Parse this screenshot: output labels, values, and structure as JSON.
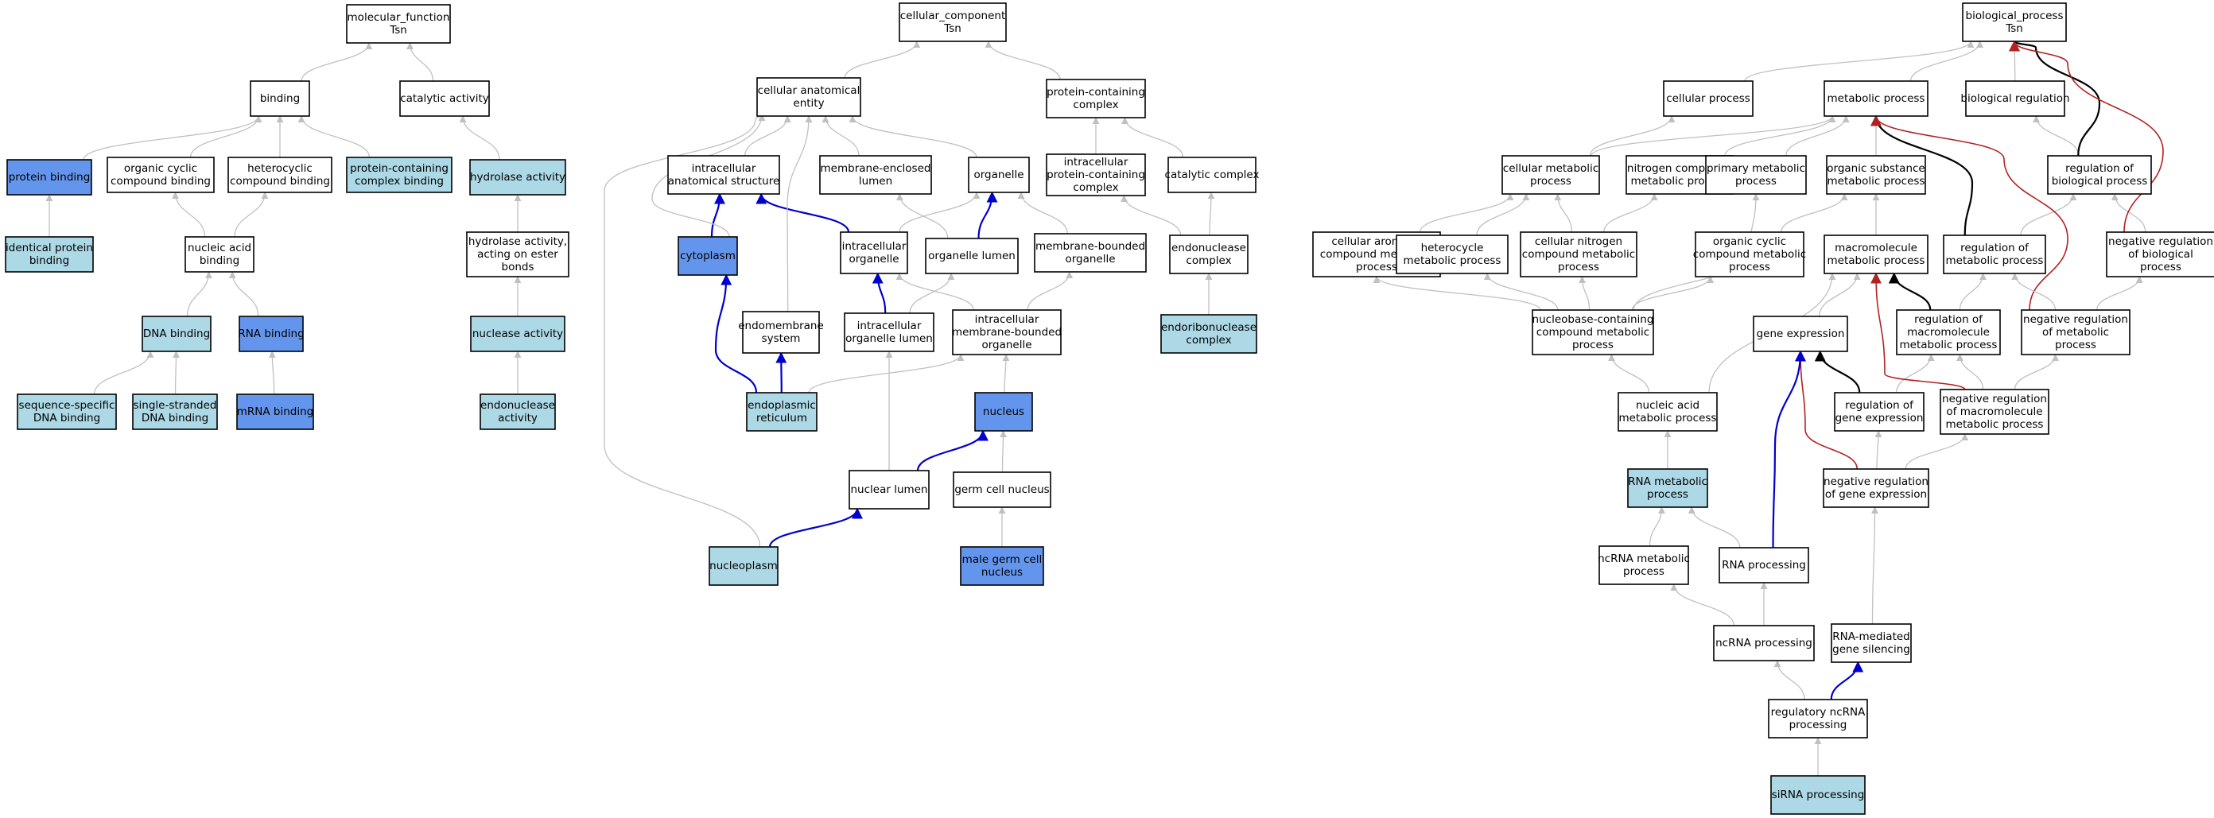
{
  "colors": {
    "default_fill": "#ffffff",
    "light_fill": "#add8e6",
    "dark_fill": "#6495ed",
    "edge_gray": "#c0c0c0",
    "edge_blue": "#0000cd",
    "edge_black": "#000000",
    "edge_red": "#b22222"
  },
  "nodes": [
    {
      "id": "mf",
      "lines": [
        "molecular_function",
        "Tsn"
      ],
      "fill": "default"
    },
    {
      "id": "binding",
      "lines": [
        "binding"
      ],
      "fill": "default"
    },
    {
      "id": "catalytic",
      "lines": [
        "catalytic activity"
      ],
      "fill": "default"
    },
    {
      "id": "protein_binding",
      "lines": [
        "protein binding"
      ],
      "fill": "dark"
    },
    {
      "id": "org_cyclic_cb",
      "lines": [
        "organic cyclic",
        "compound binding"
      ],
      "fill": "default"
    },
    {
      "id": "hetero_cb",
      "lines": [
        "heterocyclic",
        "compound binding"
      ],
      "fill": "default"
    },
    {
      "id": "pcc_binding",
      "lines": [
        "protein-containing",
        "complex binding"
      ],
      "fill": "light"
    },
    {
      "id": "hydrolase",
      "lines": [
        "hydrolase activity"
      ],
      "fill": "light"
    },
    {
      "id": "identical_pb",
      "lines": [
        "identical protein",
        "binding"
      ],
      "fill": "light"
    },
    {
      "id": "nucleic_binding",
      "lines": [
        "nucleic acid",
        "binding"
      ],
      "fill": "default"
    },
    {
      "id": "hydrolase_ester",
      "lines": [
        "hydrolase activity,",
        "acting on ester",
        "bonds"
      ],
      "fill": "default"
    },
    {
      "id": "dna_binding",
      "lines": [
        "DNA binding"
      ],
      "fill": "light"
    },
    {
      "id": "rna_binding",
      "lines": [
        "RNA binding"
      ],
      "fill": "dark"
    },
    {
      "id": "nuclease",
      "lines": [
        "nuclease activity"
      ],
      "fill": "light"
    },
    {
      "id": "ss_dna",
      "lines": [
        "sequence-specific",
        "DNA binding"
      ],
      "fill": "light"
    },
    {
      "id": "single_dna",
      "lines": [
        "single-stranded",
        "DNA binding"
      ],
      "fill": "light"
    },
    {
      "id": "mrna_binding",
      "lines": [
        "mRNA binding"
      ],
      "fill": "dark"
    },
    {
      "id": "endonuclease_act",
      "lines": [
        "endonuclease",
        "activity"
      ],
      "fill": "light"
    },
    {
      "id": "cc",
      "lines": [
        "cellular_component",
        "Tsn"
      ],
      "fill": "default"
    },
    {
      "id": "cae",
      "lines": [
        "cellular anatomical",
        "entity"
      ],
      "fill": "default"
    },
    {
      "id": "pcc",
      "lines": [
        "protein-containing",
        "complex"
      ],
      "fill": "default"
    },
    {
      "id": "ias",
      "lines": [
        "intracellular",
        "anatomical structure"
      ],
      "fill": "default"
    },
    {
      "id": "mel",
      "lines": [
        "membrane-enclosed",
        "lumen"
      ],
      "fill": "default"
    },
    {
      "id": "organelle",
      "lines": [
        "organelle"
      ],
      "fill": "default"
    },
    {
      "id": "ipcc",
      "lines": [
        "intracellular",
        "protein-containing",
        "complex"
      ],
      "fill": "default"
    },
    {
      "id": "catalytic_complex",
      "lines": [
        "catalytic complex"
      ],
      "fill": "default"
    },
    {
      "id": "cytoplasm",
      "lines": [
        "cytoplasm"
      ],
      "fill": "dark"
    },
    {
      "id": "intra_org",
      "lines": [
        "intracellular",
        "organelle"
      ],
      "fill": "default"
    },
    {
      "id": "org_lumen",
      "lines": [
        "organelle lumen"
      ],
      "fill": "default"
    },
    {
      "id": "mbo",
      "lines": [
        "membrane-bounded",
        "organelle"
      ],
      "fill": "default"
    },
    {
      "id": "endo_complex",
      "lines": [
        "endonuclease",
        "complex"
      ],
      "fill": "default"
    },
    {
      "id": "endomembrane",
      "lines": [
        "endomembrane",
        "system"
      ],
      "fill": "default"
    },
    {
      "id": "iol",
      "lines": [
        "intracellular",
        "organelle lumen"
      ],
      "fill": "default"
    },
    {
      "id": "imbo",
      "lines": [
        "intracellular",
        "membrane-bounded",
        "organelle"
      ],
      "fill": "default"
    },
    {
      "id": "endoribo_complex",
      "lines": [
        "endoribonuclease",
        "complex"
      ],
      "fill": "light"
    },
    {
      "id": "er",
      "lines": [
        "endoplasmic",
        "reticulum"
      ],
      "fill": "light"
    },
    {
      "id": "nucleus",
      "lines": [
        "nucleus"
      ],
      "fill": "dark"
    },
    {
      "id": "nuclear_lumen",
      "lines": [
        "nuclear lumen"
      ],
      "fill": "default"
    },
    {
      "id": "germ_nucleus",
      "lines": [
        "germ cell nucleus"
      ],
      "fill": "default"
    },
    {
      "id": "nucleoplasm",
      "lines": [
        "nucleoplasm"
      ],
      "fill": "light"
    },
    {
      "id": "male_germ",
      "lines": [
        "male germ cell",
        "nucleus"
      ],
      "fill": "dark"
    },
    {
      "id": "bp",
      "lines": [
        "biological_process",
        "Tsn"
      ],
      "fill": "default"
    },
    {
      "id": "cellular_process",
      "lines": [
        "cellular process"
      ],
      "fill": "default"
    },
    {
      "id": "metabolic",
      "lines": [
        "metabolic process"
      ],
      "fill": "default"
    },
    {
      "id": "bio_reg",
      "lines": [
        "biological regulation"
      ],
      "fill": "default"
    },
    {
      "id": "cmp",
      "lines": [
        "cellular metabolic",
        "process"
      ],
      "fill": "default"
    },
    {
      "id": "ncmp",
      "lines": [
        "nitrogen compound",
        "metabolic process"
      ],
      "fill": "default"
    },
    {
      "id": "pmp",
      "lines": [
        "primary metabolic",
        "process"
      ],
      "fill": "default"
    },
    {
      "id": "osmp",
      "lines": [
        "organic substance",
        "metabolic process"
      ],
      "fill": "default"
    },
    {
      "id": "reg_bp",
      "lines": [
        "regulation of",
        "biological process"
      ],
      "fill": "default"
    },
    {
      "id": "cacmp",
      "lines": [
        "cellular aromatic",
        "compound metabolic",
        "process"
      ],
      "fill": "default"
    },
    {
      "id": "hmp",
      "lines": [
        "heterocycle",
        "metabolic process"
      ],
      "fill": "default"
    },
    {
      "id": "cncmp",
      "lines": [
        "cellular nitrogen",
        "compound metabolic",
        "process"
      ],
      "fill": "default"
    },
    {
      "id": "occmp",
      "lines": [
        "organic cyclic",
        "compound metabolic",
        "process"
      ],
      "fill": "default"
    },
    {
      "id": "mmp",
      "lines": [
        "macromolecule",
        "metabolic process"
      ],
      "fill": "default"
    },
    {
      "id": "reg_mp",
      "lines": [
        "regulation of",
        "metabolic process"
      ],
      "fill": "default"
    },
    {
      "id": "neg_reg_bp",
      "lines": [
        "negative regulation",
        "of biological",
        "process"
      ],
      "fill": "default"
    },
    {
      "id": "nbcmp",
      "lines": [
        "nucleobase-containing",
        "compound metabolic",
        "process"
      ],
      "fill": "default"
    },
    {
      "id": "gene_expr",
      "lines": [
        "gene expression"
      ],
      "fill": "default"
    },
    {
      "id": "reg_mmp",
      "lines": [
        "regulation of",
        "macromolecule",
        "metabolic process"
      ],
      "fill": "default"
    },
    {
      "id": "neg_reg_mp",
      "lines": [
        "negative regulation",
        "of metabolic",
        "process"
      ],
      "fill": "default"
    },
    {
      "id": "namp",
      "lines": [
        "nucleic acid",
        "metabolic process"
      ],
      "fill": "default"
    },
    {
      "id": "reg_ge",
      "lines": [
        "regulation of",
        "gene expression"
      ],
      "fill": "default"
    },
    {
      "id": "neg_reg_mmp",
      "lines": [
        "negative regulation",
        "of macromolecule",
        "metabolic process"
      ],
      "fill": "default"
    },
    {
      "id": "rna_mp",
      "lines": [
        "RNA metabolic",
        "process"
      ],
      "fill": "light"
    },
    {
      "id": "neg_reg_ge",
      "lines": [
        "negative regulation",
        "of gene expression"
      ],
      "fill": "default"
    },
    {
      "id": "ncrna_mp",
      "lines": [
        "ncRNA metabolic",
        "process"
      ],
      "fill": "default"
    },
    {
      "id": "rna_proc",
      "lines": [
        "RNA processing"
      ],
      "fill": "default"
    },
    {
      "id": "ncrna_proc",
      "lines": [
        "ncRNA processing"
      ],
      "fill": "default"
    },
    {
      "id": "rna_silencing",
      "lines": [
        "RNA-mediated",
        "gene silencing"
      ],
      "fill": "default"
    },
    {
      "id": "reg_ncrna",
      "lines": [
        "regulatory ncRNA",
        "processing"
      ],
      "fill": "default"
    },
    {
      "id": "sirna",
      "lines": [
        "siRNA processing"
      ],
      "fill": "light"
    }
  ],
  "edges": [
    {
      "from": "binding",
      "to": "mf",
      "color": "gray"
    },
    {
      "from": "catalytic",
      "to": "mf",
      "color": "gray"
    },
    {
      "from": "protein_binding",
      "to": "binding",
      "color": "gray"
    },
    {
      "from": "org_cyclic_cb",
      "to": "binding",
      "color": "gray"
    },
    {
      "from": "hetero_cb",
      "to": "binding",
      "color": "gray"
    },
    {
      "from": "pcc_binding",
      "to": "binding",
      "color": "gray"
    },
    {
      "from": "hydrolase",
      "to": "catalytic",
      "color": "gray"
    },
    {
      "from": "identical_pb",
      "to": "protein_binding",
      "color": "gray"
    },
    {
      "from": "nucleic_binding",
      "to": "org_cyclic_cb",
      "color": "gray"
    },
    {
      "from": "nucleic_binding",
      "to": "hetero_cb",
      "color": "gray"
    },
    {
      "from": "hydrolase_ester",
      "to": "hydrolase",
      "color": "gray"
    },
    {
      "from": "dna_binding",
      "to": "nucleic_binding",
      "color": "gray"
    },
    {
      "from": "rna_binding",
      "to": "nucleic_binding",
      "color": "gray"
    },
    {
      "from": "nuclease",
      "to": "hydrolase_ester",
      "color": "gray"
    },
    {
      "from": "ss_dna",
      "to": "dna_binding",
      "color": "gray"
    },
    {
      "from": "single_dna",
      "to": "dna_binding",
      "color": "gray"
    },
    {
      "from": "mrna_binding",
      "to": "rna_binding",
      "color": "gray"
    },
    {
      "from": "endonuclease_act",
      "to": "nuclease",
      "color": "gray"
    },
    {
      "from": "cae",
      "to": "cc",
      "color": "gray"
    },
    {
      "from": "pcc",
      "to": "cc",
      "color": "gray"
    },
    {
      "from": "ias",
      "to": "cae",
      "color": "gray"
    },
    {
      "from": "mel",
      "to": "cae",
      "color": "gray"
    },
    {
      "from": "organelle",
      "to": "cae",
      "color": "gray"
    },
    {
      "from": "ipcc",
      "to": "pcc",
      "color": "gray"
    },
    {
      "from": "catalytic_complex",
      "to": "pcc",
      "color": "gray"
    },
    {
      "from": "cytoplasm",
      "to": "ias",
      "color": "blue"
    },
    {
      "from": "cytoplasm",
      "to": "cae",
      "color": "gray"
    },
    {
      "from": "intra_org",
      "to": "ias",
      "color": "blue"
    },
    {
      "from": "intra_org",
      "to": "organelle",
      "color": "gray"
    },
    {
      "from": "org_lumen",
      "to": "organelle",
      "color": "blue"
    },
    {
      "from": "org_lumen",
      "to": "mel",
      "color": "gray"
    },
    {
      "from": "mbo",
      "to": "organelle",
      "color": "gray"
    },
    {
      "from": "endo_complex",
      "to": "ipcc",
      "color": "gray"
    },
    {
      "from": "endo_complex",
      "to": "catalytic_complex",
      "color": "gray"
    },
    {
      "from": "endomembrane",
      "to": "cae",
      "color": "gray"
    },
    {
      "from": "iol",
      "to": "intra_org",
      "color": "blue"
    },
    {
      "from": "iol",
      "to": "org_lumen",
      "color": "gray"
    },
    {
      "from": "imbo",
      "to": "intra_org",
      "color": "gray"
    },
    {
      "from": "imbo",
      "to": "mbo",
      "color": "gray"
    },
    {
      "from": "endoribo_complex",
      "to": "endo_complex",
      "color": "gray"
    },
    {
      "from": "er",
      "to": "cytoplasm",
      "color": "blue"
    },
    {
      "from": "er",
      "to": "endomembrane",
      "color": "blue"
    },
    {
      "from": "er",
      "to": "imbo",
      "color": "gray"
    },
    {
      "from": "nucleus",
      "to": "imbo",
      "color": "gray"
    },
    {
      "from": "nuclear_lumen",
      "to": "nucleus",
      "color": "blue"
    },
    {
      "from": "nuclear_lumen",
      "to": "iol",
      "color": "gray"
    },
    {
      "from": "germ_nucleus",
      "to": "nucleus",
      "color": "gray"
    },
    {
      "from": "nucleoplasm",
      "to": "nuclear_lumen",
      "color": "blue"
    },
    {
      "from": "nucleoplasm",
      "to": "cae",
      "color": "gray"
    },
    {
      "from": "male_germ",
      "to": "germ_nucleus",
      "color": "gray"
    },
    {
      "from": "cellular_process",
      "to": "bp",
      "color": "gray"
    },
    {
      "from": "metabolic",
      "to": "bp",
      "color": "gray"
    },
    {
      "from": "bio_reg",
      "to": "bp",
      "color": "gray"
    },
    {
      "from": "cmp",
      "to": "cellular_process",
      "color": "gray"
    },
    {
      "from": "cmp",
      "to": "metabolic",
      "color": "gray"
    },
    {
      "from": "ncmp",
      "to": "metabolic",
      "color": "gray"
    },
    {
      "from": "pmp",
      "to": "metabolic",
      "color": "gray"
    },
    {
      "from": "osmp",
      "to": "metabolic",
      "color": "gray"
    },
    {
      "from": "reg_bp",
      "to": "bio_reg",
      "color": "gray"
    },
    {
      "from": "reg_bp",
      "to": "bp",
      "color": "black"
    },
    {
      "from": "cacmp",
      "to": "cmp",
      "color": "gray"
    },
    {
      "from": "hmp",
      "to": "cmp",
      "color": "gray"
    },
    {
      "from": "cncmp",
      "to": "cmp",
      "color": "gray"
    },
    {
      "from": "cncmp",
      "to": "ncmp",
      "color": "gray"
    },
    {
      "from": "occmp",
      "to": "osmp",
      "color": "gray"
    },
    {
      "from": "mmp",
      "to": "osmp",
      "color": "gray"
    },
    {
      "from": "reg_mp",
      "to": "metabolic",
      "color": "black"
    },
    {
      "from": "reg_mp",
      "to": "reg_bp",
      "color": "gray"
    },
    {
      "from": "neg_reg_bp",
      "to": "reg_bp",
      "color": "gray"
    },
    {
      "from": "neg_reg_bp",
      "to": "bp",
      "color": "red"
    },
    {
      "from": "nbcmp",
      "to": "cacmp",
      "color": "gray"
    },
    {
      "from": "nbcmp",
      "to": "hmp",
      "color": "gray"
    },
    {
      "from": "nbcmp",
      "to": "cncmp",
      "color": "gray"
    },
    {
      "from": "nbcmp",
      "to": "pmp",
      "color": "gray"
    },
    {
      "from": "nbcmp",
      "to": "occmp",
      "color": "gray"
    },
    {
      "from": "gene_expr",
      "to": "mmp",
      "color": "gray"
    },
    {
      "from": "reg_mmp",
      "to": "mmp",
      "color": "black"
    },
    {
      "from": "reg_mmp",
      "to": "reg_mp",
      "color": "gray"
    },
    {
      "from": "neg_reg_mp",
      "to": "metabolic",
      "color": "red"
    },
    {
      "from": "neg_reg_mp",
      "to": "reg_mp",
      "color": "gray"
    },
    {
      "from": "neg_reg_mp",
      "to": "neg_reg_bp",
      "color": "gray"
    },
    {
      "from": "namp",
      "to": "nbcmp",
      "color": "gray"
    },
    {
      "from": "namp",
      "to": "mmp",
      "color": "gray"
    },
    {
      "from": "reg_ge",
      "to": "gene_expr",
      "color": "black"
    },
    {
      "from": "reg_ge",
      "to": "reg_mmp",
      "color": "gray"
    },
    {
      "from": "neg_reg_mmp",
      "to": "mmp",
      "color": "red"
    },
    {
      "from": "neg_reg_mmp",
      "to": "reg_mmp",
      "color": "gray"
    },
    {
      "from": "neg_reg_mmp",
      "to": "neg_reg_mp",
      "color": "gray"
    },
    {
      "from": "rna_mp",
      "to": "namp",
      "color": "gray"
    },
    {
      "from": "neg_reg_ge",
      "to": "gene_expr",
      "color": "red"
    },
    {
      "from": "neg_reg_ge",
      "to": "reg_ge",
      "color": "gray"
    },
    {
      "from": "neg_reg_ge",
      "to": "neg_reg_mmp",
      "color": "gray"
    },
    {
      "from": "ncrna_mp",
      "to": "rna_mp",
      "color": "gray"
    },
    {
      "from": "rna_proc",
      "to": "rna_mp",
      "color": "gray"
    },
    {
      "from": "rna_proc",
      "to": "gene_expr",
      "color": "blue"
    },
    {
      "from": "ncrna_proc",
      "to": "ncrna_mp",
      "color": "gray"
    },
    {
      "from": "ncrna_proc",
      "to": "rna_proc",
      "color": "gray"
    },
    {
      "from": "rna_silencing",
      "to": "neg_reg_ge",
      "color": "gray"
    },
    {
      "from": "reg_ncrna",
      "to": "ncrna_proc",
      "color": "gray"
    },
    {
      "from": "reg_ncrna",
      "to": "rna_silencing",
      "color": "blue"
    },
    {
      "from": "sirna",
      "to": "reg_ncrna",
      "color": "gray"
    }
  ]
}
